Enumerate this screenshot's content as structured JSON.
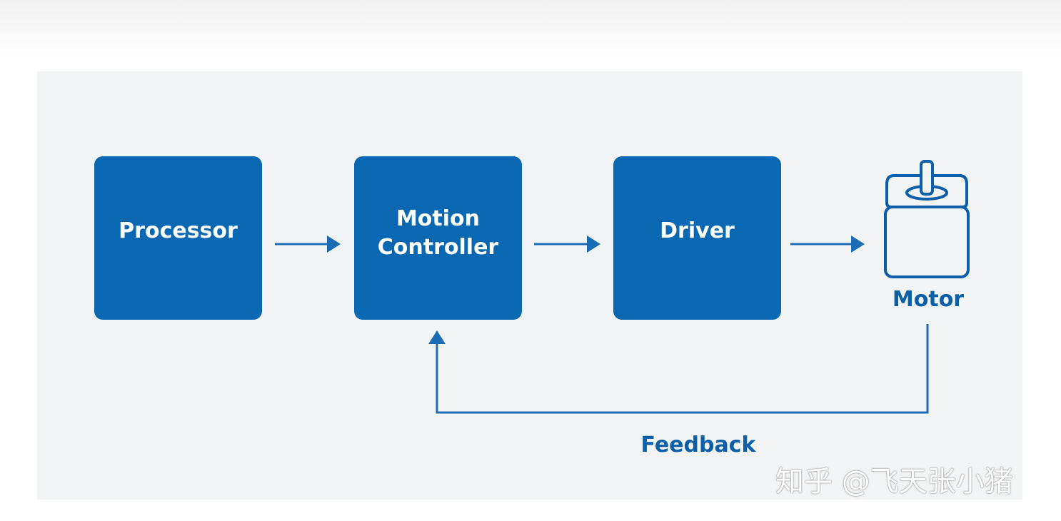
{
  "diagram": {
    "blocks": {
      "processor": "Processor",
      "controller_line1": "Motion",
      "controller_line2": "Controller",
      "driver": "Driver"
    },
    "motor_label": "Motor",
    "feedback_label": "Feedback",
    "motor_icon": "stepper-motor-icon"
  },
  "watermark": "知乎 @飞天张小猪",
  "colors": {
    "block_fill": "#0a68b3",
    "line": "#1a6db5",
    "text_blue": "#0a5fa8",
    "panel_bg": "#f2f3f5"
  }
}
